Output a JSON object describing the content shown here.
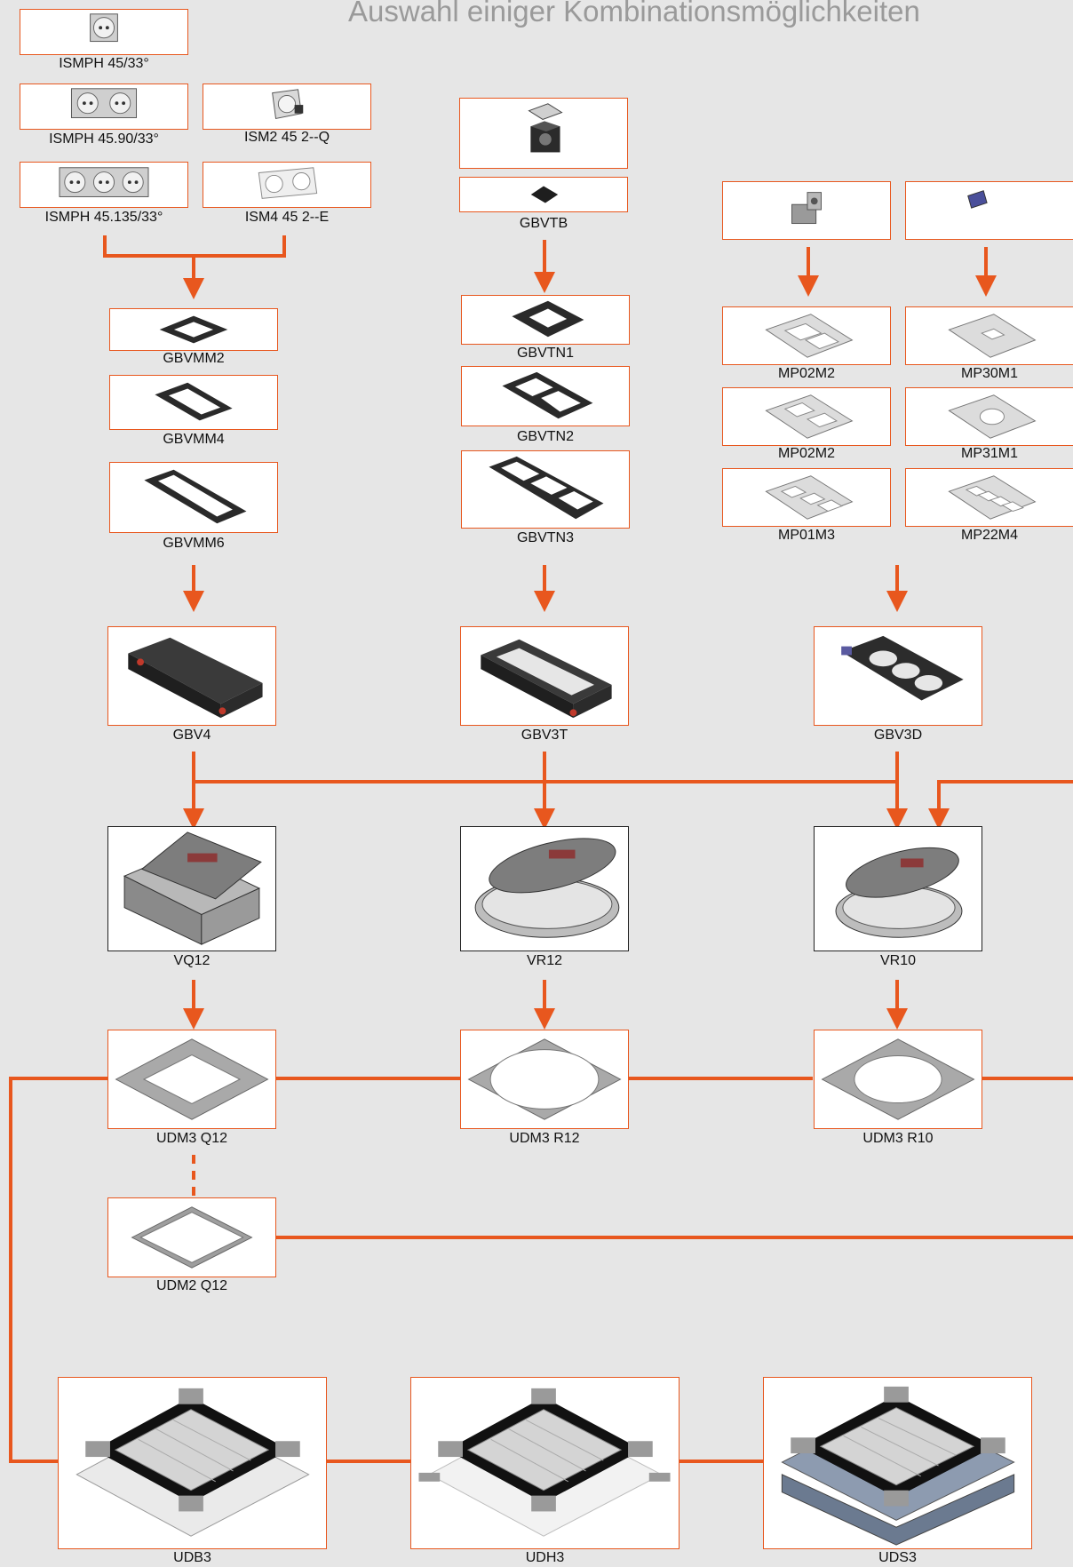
{
  "title": "Auswahl einiger Kombinationsmöglichkeiten",
  "colors": {
    "accent": "#e8571e",
    "background": "#e6e6e6",
    "box_border_dark": "#222222",
    "title": "#9a9a9a"
  },
  "sockets": [
    {
      "label": "ISMPH 45/33°",
      "icon": "single-socket-icon"
    },
    {
      "label": "ISMPH 45.90/33°",
      "icon": "double-socket-icon"
    },
    {
      "label": "ISM2 45 2--Q",
      "icon": "angled-socket-icon"
    },
    {
      "label": "ISMPH 45.135/33°",
      "icon": "triple-socket-icon"
    },
    {
      "label": "ISM4 45 2--E",
      "icon": "white-double-socket-icon"
    }
  ],
  "col1": {
    "frames": [
      "GBVMM2",
      "GBVMM4",
      "GBVMM6"
    ],
    "tub": "GBV4",
    "floorbox": "VQ12",
    "plate": "UDM3 Q12",
    "plate_alt": "UDM2 Q12"
  },
  "col2": {
    "top_label": "GBVTB",
    "frames": [
      "GBVTN1",
      "GBVTN2",
      "GBVTN3"
    ],
    "tub": "GBV3T",
    "floorbox": "VR12",
    "plate": "UDM3 R12"
  },
  "col3": {
    "plates_left": [
      "MP02M2",
      "MP02M2",
      "MP01M3"
    ],
    "plates_right": [
      "MP30M1",
      "MP31M1",
      "MP22M4"
    ],
    "tub": "GBV3D",
    "floorbox": "VR10",
    "plate": "UDM3 R10"
  },
  "bottom": [
    "UDB3",
    "UDH3",
    "UDS3"
  ]
}
